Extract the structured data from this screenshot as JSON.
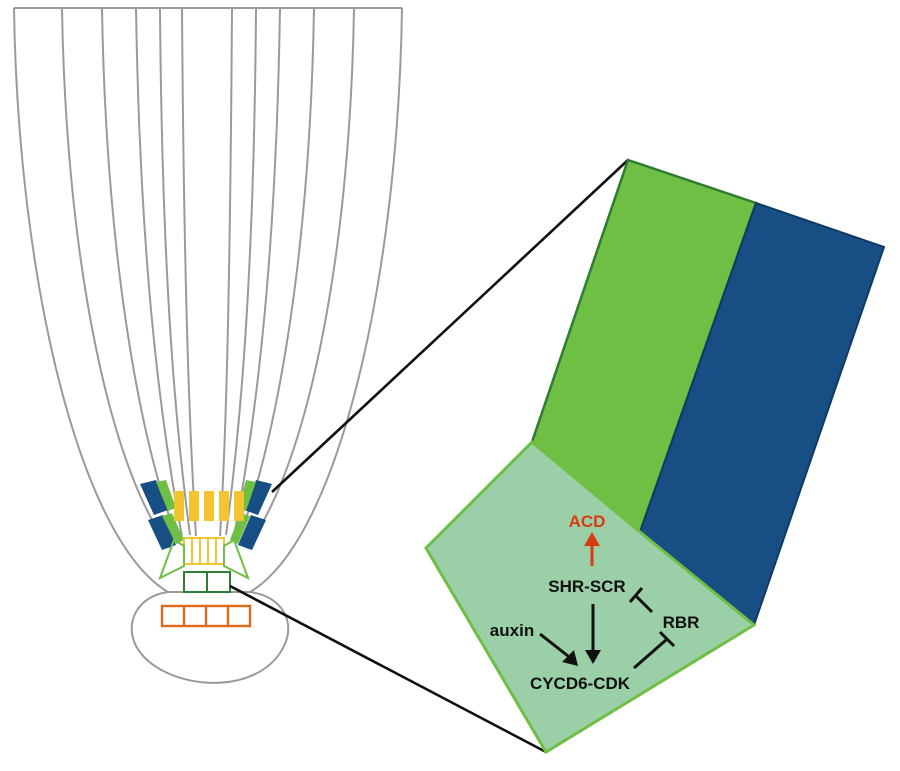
{
  "labels": {
    "acd": "ACD",
    "shr_scr": "SHR-SCR",
    "rbr": "RBR",
    "auxin": "auxin",
    "cycd6_cdk": "CYCD6-CDK"
  },
  "colors": {
    "outline": "#9a9a9a",
    "light_green": "#6fbf44",
    "dark_green": "#2e7d32",
    "blue": "#174f85",
    "pale_green": "#9bcfa8",
    "yellow": "#f2c530",
    "orange": "#de6a1c",
    "acd_red": "#d93c12",
    "ink": "#111111"
  }
}
